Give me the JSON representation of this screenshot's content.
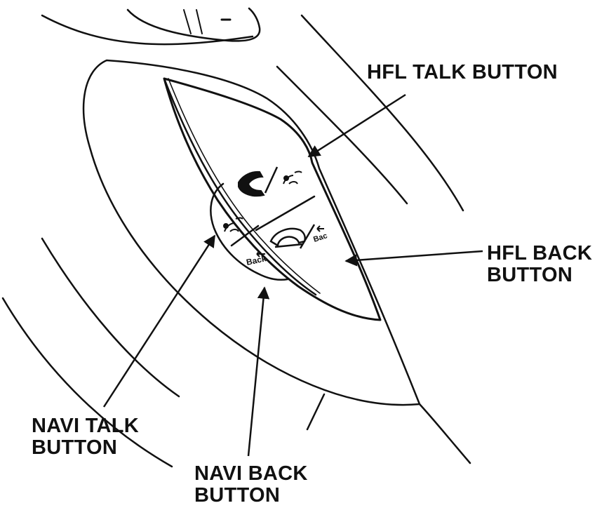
{
  "callouts": {
    "hfl_talk": {
      "line1": "HFL TALK BUTTON"
    },
    "hfl_back": {
      "line1": "HFL BACK",
      "line2": "BUTTON"
    },
    "navi_talk": {
      "line1": "NAVI TALK",
      "line2": "BUTTON"
    },
    "navi_back": {
      "line1": "NAVI BACK",
      "line2": "BUTTON"
    }
  },
  "button_glyphs": {
    "navi_back_text": "Back",
    "hfl_back_text": "Bac"
  },
  "icons": [
    "phone-pickup-icon",
    "voice-talk-icon",
    "phone-hangup-icon",
    "back-arrow-icon"
  ],
  "colors": {
    "ink": "#111111",
    "background": "#ffffff"
  }
}
